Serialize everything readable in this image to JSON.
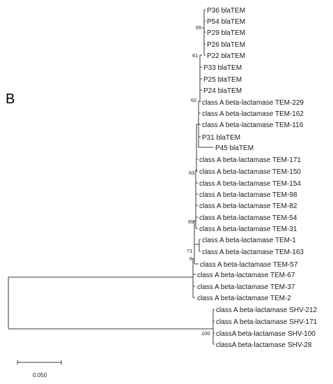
{
  "panel_label": "B",
  "colors": {
    "branch": "#3a3a3a",
    "text": "#1a1a1a"
  },
  "scale_bar": {
    "label": "0.050"
  },
  "leaves": [
    "P36 blaTEM",
    "P54 blaTEM",
    "P29 blaTEM",
    "P26 blaTEM",
    "P22 blaTEM",
    "P33 blaTEM",
    "P25 blaTEM",
    "P24 blaTEM",
    "class A beta-lactamase TEM-229",
    "class A beta-lactamase TEM-162",
    "class A beta-lactamase TEM-116",
    "P31 blaTEM",
    "P45 blaTEM",
    "class A beta-lactamase TEM-171",
    "class A beta-lactamase TEM-150",
    "class A beta-lactamase TEM-154",
    "class A beta-lactamase TEM-98",
    "class A beta-lactamase TEM-82",
    "class A beta-lactamase TEM-54",
    "class A beta-lactamase TEM-31",
    "class A beta-lactamase TEM-1",
    "class A beta-lactamase TEM-163",
    "class A beta-lactamase TEM-57",
    "class A beta-lactamase TEM-67",
    "class A beta-lactamase TEM-37",
    "class A beta-lactamase TEM-2",
    "class A beta-lactamase SHV-212",
    "class A beta-lactamase SHV-171",
    "classA beta-lactamase SHV-100",
    "classA beta-lactamase SHV-28"
  ],
  "bootstrap": [
    "65",
    "61",
    "62",
    "63",
    "69",
    "71",
    "6",
    "100"
  ]
}
